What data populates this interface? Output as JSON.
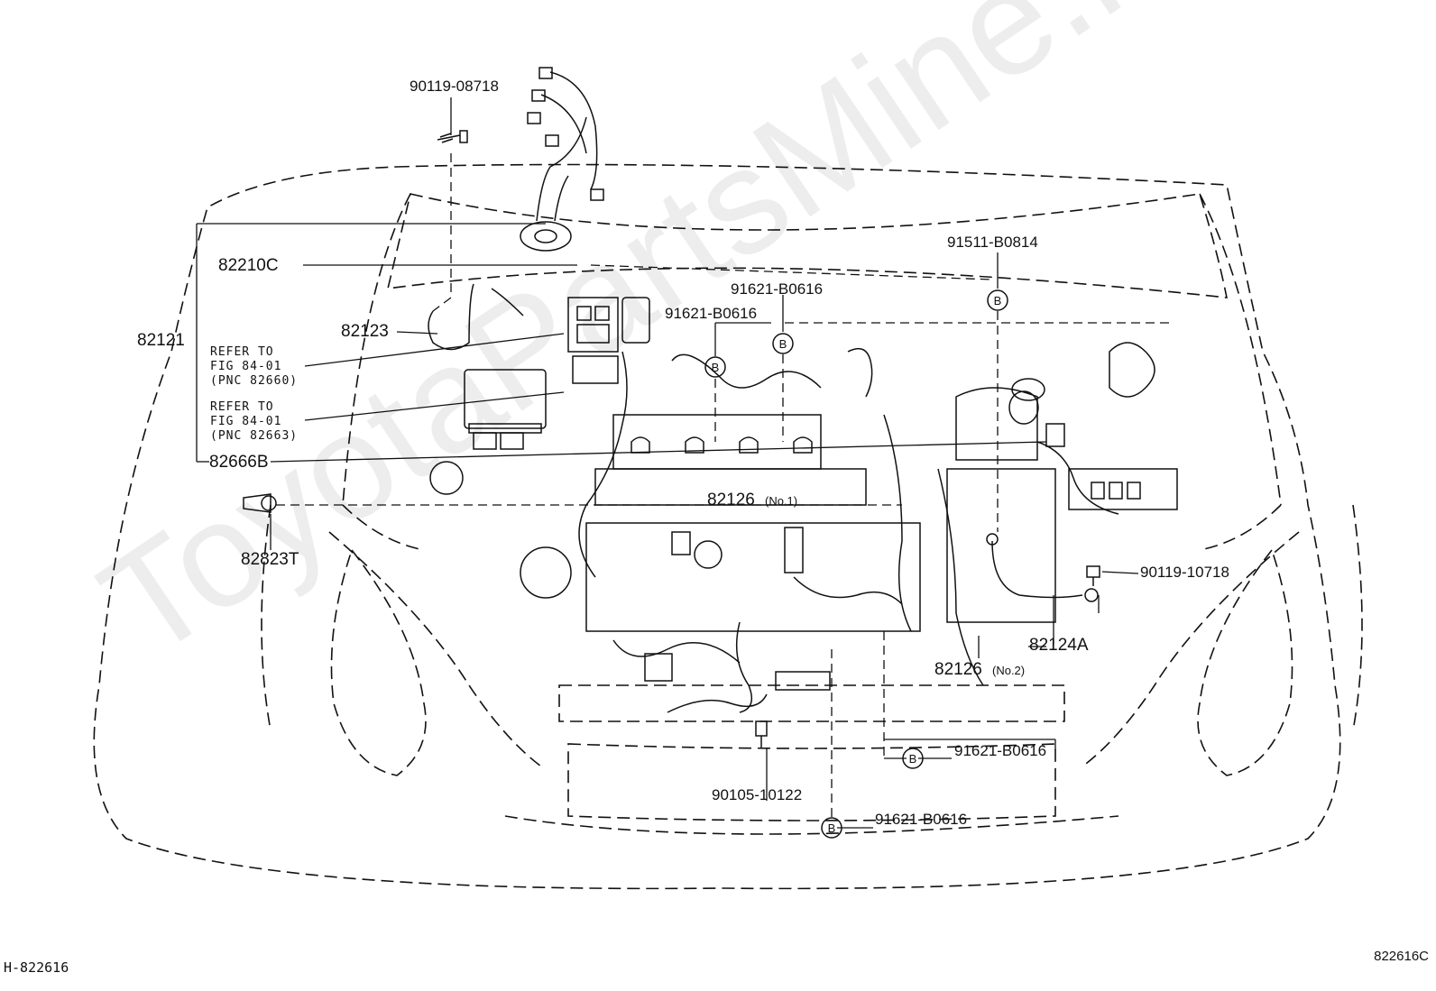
{
  "watermark": "ToyotaPartsMine.ru",
  "corner_left": "H-822616",
  "corner_right": "822616C",
  "callout_marker": "B",
  "labels": {
    "p90119_08718": "90119-08718",
    "p82210C": "82210C",
    "p82121": "82121",
    "p82123": "82123",
    "refer1_line1": "REFER TO",
    "refer1_line2": "FIG 84-01",
    "refer1_line3": "(PNC 82660)",
    "refer2_line1": "REFER TO",
    "refer2_line2": "FIG 84-01",
    "refer2_line3": "(PNC 82663)",
    "p82666B": "82666B",
    "p82823T": "82823T",
    "p91621_a": "91621-B0616",
    "p91621_b": "91621-B0616",
    "p91511": "91511-B0814",
    "p82126_no1": "82126",
    "p82126_no1_sub": "(No.1)",
    "p90119_10718": "90119-10718",
    "p82124A": "82124A",
    "p82126_no2": "82126",
    "p82126_no2_sub": "(No.2)",
    "p91621_c": "91621-B0616",
    "p90105": "90105-10122",
    "p91621_d": "91621-B0616"
  }
}
